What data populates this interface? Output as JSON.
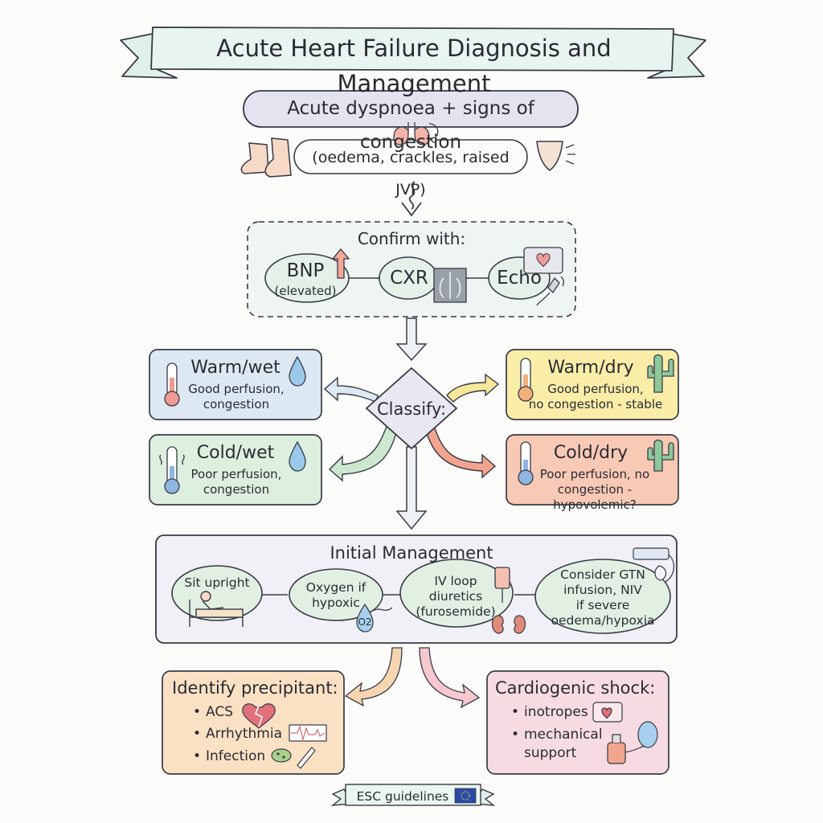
{
  "title": "Acute Heart Failure Diagnosis and Management",
  "presentation": {
    "symptom": "Acute dyspnoea + signs of congestion",
    "signs": "(oedema, crackles, raised JVP)"
  },
  "confirm": {
    "heading": "Confirm with:",
    "tests": [
      {
        "label": "BNP",
        "sub": "(elevated)"
      },
      {
        "label": "CXR"
      },
      {
        "label": "Echo"
      }
    ]
  },
  "classify": {
    "label": "Classify:",
    "profiles": [
      {
        "title": "Warm/wet",
        "line1": "Good perfusion,",
        "line2": "congestion",
        "color": "#dce9f3"
      },
      {
        "title": "Cold/wet",
        "line1": "Poor perfusion,",
        "line2": "congestion",
        "color": "#ddefdf"
      },
      {
        "title": "Warm/dry",
        "line1": "Good perfusion,",
        "line2": "no congestion - stable",
        "color": "#f9eda8"
      },
      {
        "title": "Cold/dry",
        "line1": "Poor perfusion, no",
        "line2": "congestion - hypovolemic?",
        "color": "#f8c9b5"
      }
    ]
  },
  "management": {
    "heading": "Initial Management",
    "steps": [
      {
        "lines": [
          "Sit upright"
        ]
      },
      {
        "lines": [
          "Oxygen if",
          "hypoxic"
        ]
      },
      {
        "lines": [
          "IV loop",
          "diuretics",
          "(furosemide)"
        ]
      },
      {
        "lines": [
          "Consider GTN",
          "infusion, NIV",
          "if severe",
          "oedema/hypoxia"
        ]
      }
    ],
    "o2_label": "O2"
  },
  "precipitant": {
    "heading": "Identify precipitant:",
    "items": [
      "ACS",
      "Arrhythmia",
      "Infection"
    ]
  },
  "shock": {
    "heading": "Cardiogenic shock:",
    "items": [
      "inotropes",
      "mechanical",
      "support"
    ]
  },
  "footer": "ESC guidelines"
}
